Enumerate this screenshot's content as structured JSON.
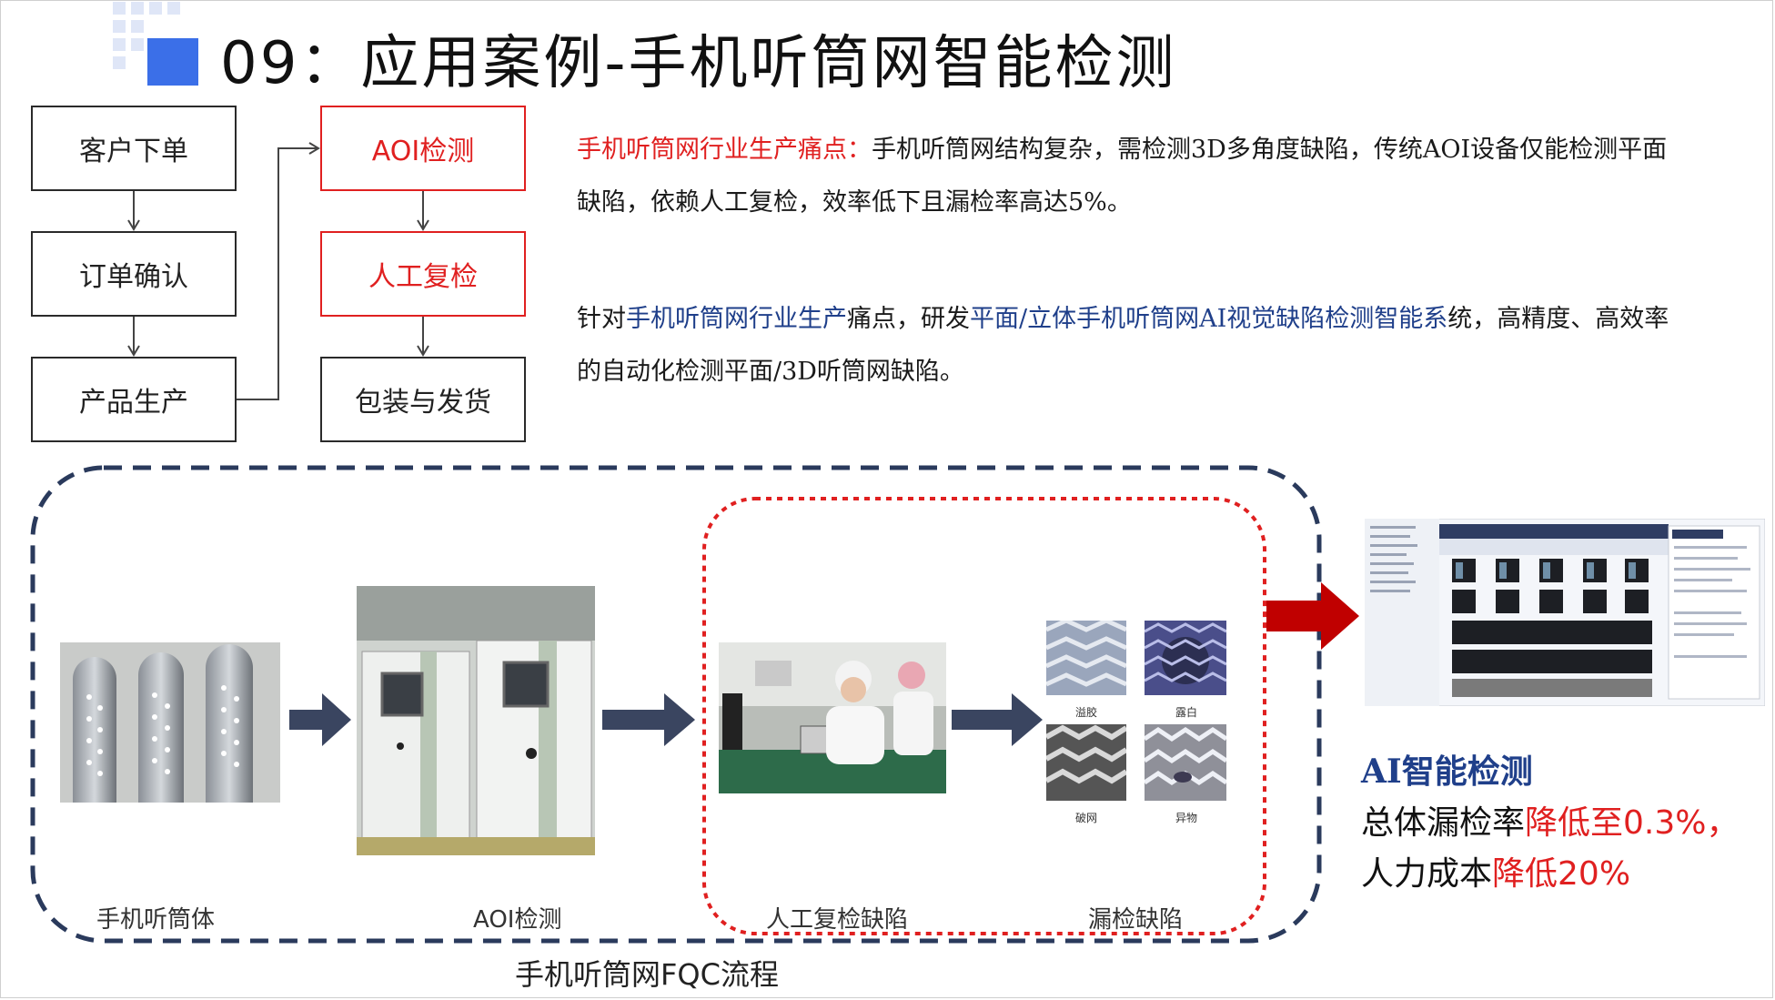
{
  "title": "09：应用案例-手机听筒网智能检测",
  "flow": {
    "left": [
      "客户下单",
      "订单确认",
      "产品生产"
    ],
    "right": [
      "AOI检测",
      "人工复检",
      "包装与发货"
    ]
  },
  "paragraph1": {
    "lead": "手机听筒网行业生产痛点：",
    "text": "手机听筒网结构复杂，需检测3D多角度缺陷，传统AOI设备仅能检测平面缺陷，依赖人工复检，效率低下且漏检率高达5%。"
  },
  "paragraph2": {
    "p1": "针对",
    "hl1": "手机听筒网行业生产",
    "p2": "痛点，研发",
    "hl2": "平面/立体手机听筒网AI视觉缺陷检测智能系",
    "p3": "统，高精度、高效率的自动化检测平面/3D听筒网缺陷。"
  },
  "fqc": {
    "captions": [
      "手机听筒体",
      "AOI检测",
      "人工复检缺陷",
      "漏检缺陷"
    ],
    "defects": [
      "溢胶",
      "露白",
      "破网",
      "异物"
    ],
    "label": "手机听筒网FQC流程"
  },
  "result": {
    "title": "AI智能检测",
    "line1_a": "总体漏检率",
    "line1_b": "降低至0.3%，",
    "line2_a": "人力成本",
    "line2_b": "降低20%"
  },
  "colors": {
    "accent": "#3b6fe8",
    "red": "#e02020",
    "navy": "#2a3a5c",
    "arrow": "#3a4560"
  }
}
